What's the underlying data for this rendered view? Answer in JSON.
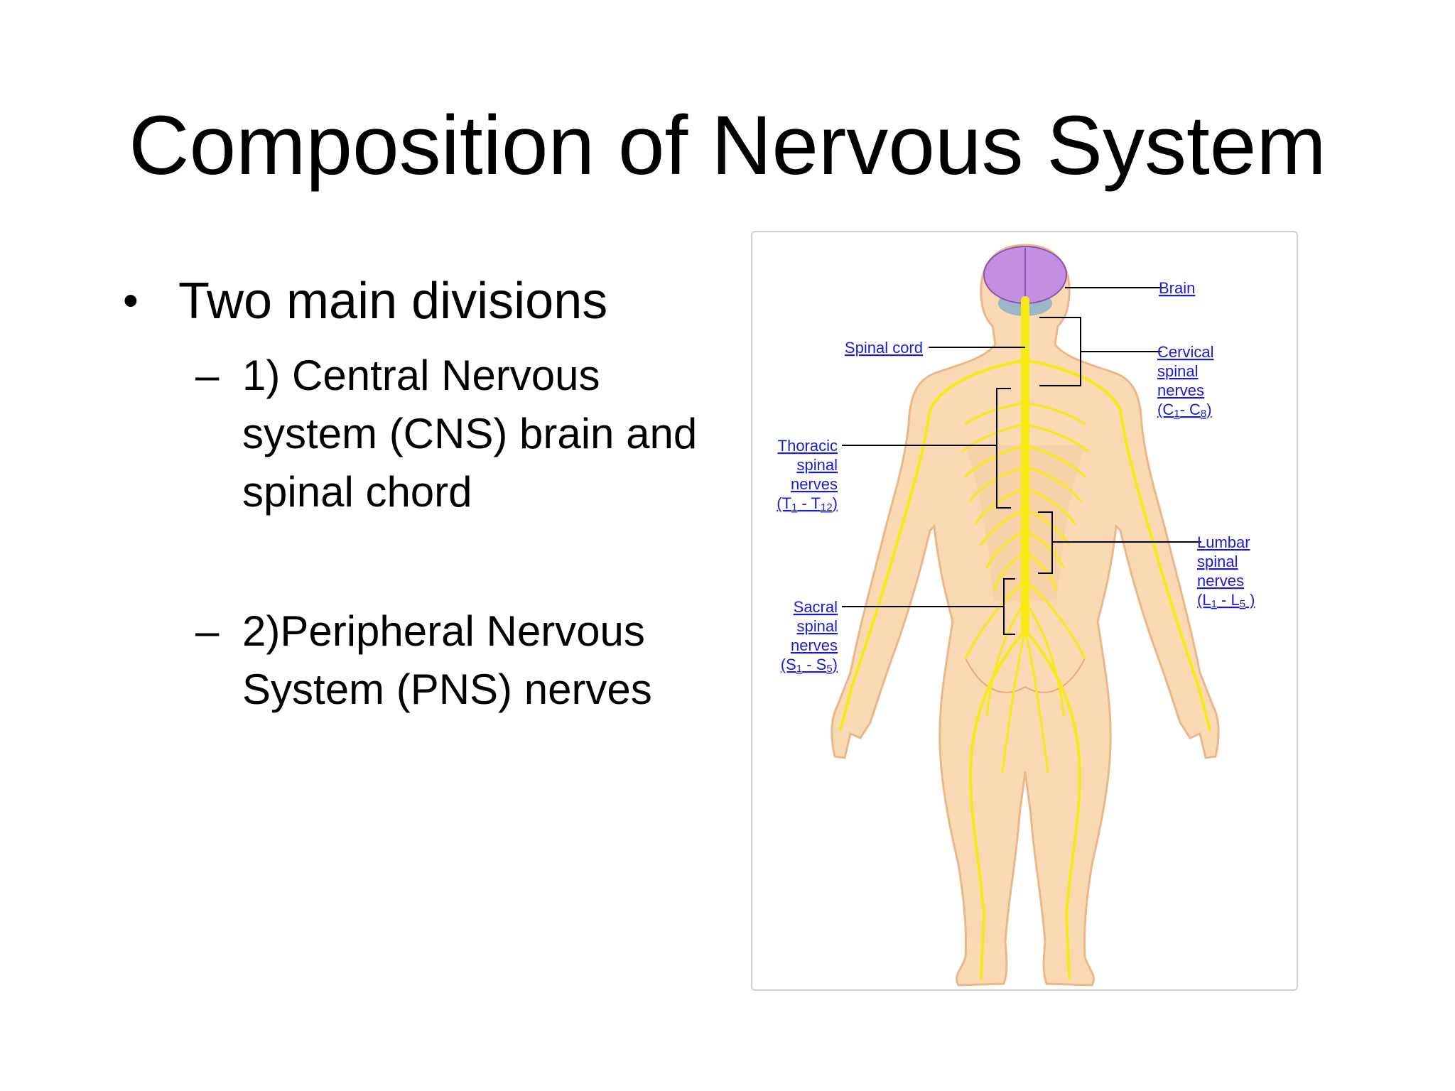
{
  "slide": {
    "title": "Composition of Nervous System",
    "bullet": {
      "text": "Two main divisions",
      "subitems": [
        {
          "lines": [
            "1) Central Nervous",
            "system (CNS) brain and",
            "spinal chord"
          ]
        },
        {
          "lines": [
            "2)Peripheral Nervous",
            "System (PNS)  nerves"
          ]
        }
      ]
    }
  },
  "figure": {
    "colors": {
      "skin": "#f8d9b3",
      "skin_outline": "#e8b88a",
      "nerve": "#f5ea12",
      "brain": "#c48fe0",
      "cerebellum": "#9ab6c8",
      "label": "#1b1bd6",
      "leader": "#000000"
    },
    "labels": {
      "brain": "Brain",
      "spinal_cord": "Spinal cord",
      "cervical": {
        "lines": [
          "Cervical",
          "spinal",
          "nerves"
        ],
        "code": "(C",
        "s1": "1",
        "mid": "- C",
        "s2": "8",
        "end": ")"
      },
      "thoracic": {
        "lines": [
          "Thoracic",
          "spinal",
          "nerves"
        ],
        "code": "(T",
        "s1": "1",
        "mid": " - T",
        "s2": "12",
        "end": ")"
      },
      "lumbar": {
        "lines": [
          "Lumbar",
          "spinal",
          "nerves"
        ],
        "code": "(L",
        "s1": "1",
        "mid": " - L",
        "s2": "5",
        "end": " )"
      },
      "sacral": {
        "lines": [
          "Sacral",
          "spinal",
          "nerves"
        ],
        "code": "(S",
        "s1": "1",
        "mid": " - S",
        "s2": "5",
        "end": ")"
      }
    }
  }
}
